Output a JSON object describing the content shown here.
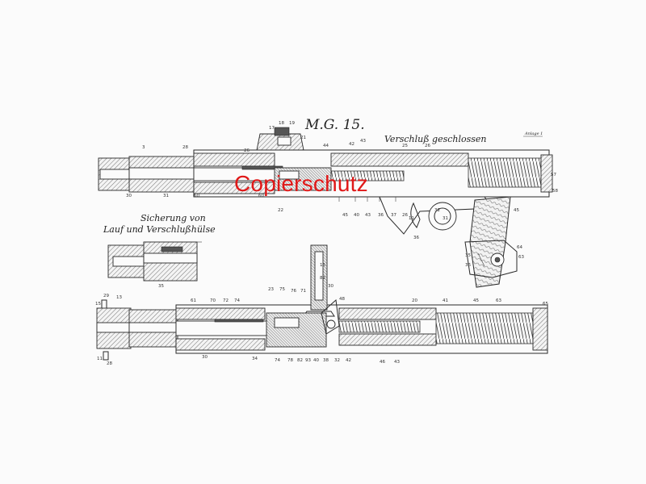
{
  "sheet": {
    "title": "M.G. 15.",
    "caption_top": "Verschluß geschlossen",
    "sheet_tag": "Anlage 1",
    "inset_caption_line1": "Sicherung von",
    "inset_caption_line2": "Lauf und Verschlußhülse"
  },
  "watermark": {
    "text": "Copierschutz",
    "color": "#e01818"
  }
}
